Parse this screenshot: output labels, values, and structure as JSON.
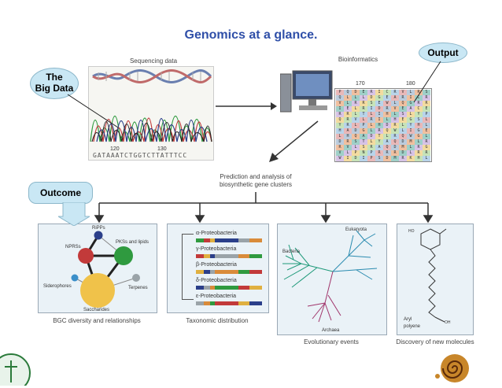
{
  "title": "Genomics at a glance.",
  "callouts": {
    "big_data": [
      "The",
      "Big Data"
    ],
    "output": "Output",
    "outcome": "Outcome"
  },
  "sequencing": {
    "label": "Sequencing data",
    "pos_a": "120",
    "pos_b": "130",
    "sequence": "GATAAATCTGGTCTTATTTCC"
  },
  "bioinformatics": {
    "label": "Bioinformatics",
    "pos_a": "170",
    "pos_b": "180"
  },
  "prediction": [
    "Prediction and analysis of",
    "biosynthetic gene clusters"
  ],
  "panels": {
    "bgc": {
      "caption": "BGC diversity and relationships",
      "nodes": [
        "RiPPs",
        "NPRSs",
        "PKSs and lipids",
        "Siderophores",
        "Terpenes",
        "Saccharides"
      ]
    },
    "taxonomy": {
      "caption": "Taxonomic distribution",
      "items": [
        "α-Proteobacteria",
        "γ-Proteobacteria",
        "β-Proteobacteria",
        "δ-Proteobacteria",
        "ε-Proteobacteria"
      ]
    },
    "evolution": {
      "caption": "Evolutionary events",
      "labels": [
        "Eukaryota",
        "Bacteria",
        "Archaea"
      ]
    },
    "molecules": {
      "caption": "Discovery of new molecules",
      "labels": [
        "Aryl",
        "polyene"
      ]
    }
  },
  "colors": {
    "title": "#2f4fa8",
    "callout_fill": "#c9e7f4",
    "ripps": "#2b3f8a",
    "nprss": "#c23a3a",
    "pks": "#2f9a3f",
    "siderophores": "#3b8fc9",
    "terpenes": "#9aa3a8",
    "saccharides": "#f0c24a"
  }
}
